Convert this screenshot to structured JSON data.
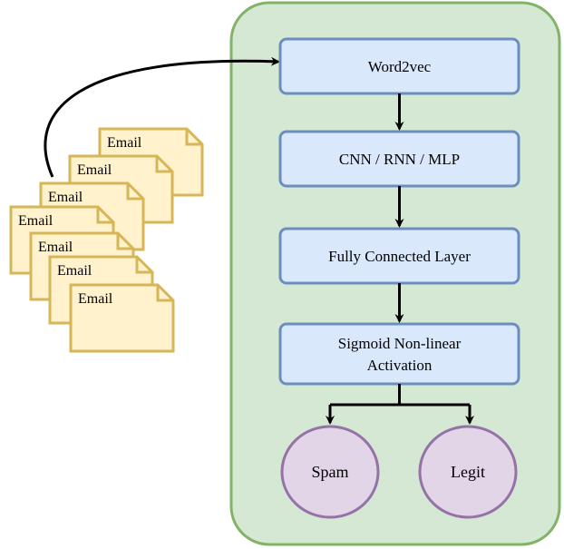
{
  "diagram": {
    "emails": [
      {
        "label": "Email"
      },
      {
        "label": "Email"
      },
      {
        "label": "Email"
      },
      {
        "label": "Email"
      },
      {
        "label": "Email"
      },
      {
        "label": "Email"
      },
      {
        "label": "Email"
      }
    ],
    "stages": [
      {
        "lines": [
          "Word2vec"
        ]
      },
      {
        "lines": [
          "CNN / RNN / MLP"
        ]
      },
      {
        "lines": [
          "Fully Connected Layer"
        ]
      },
      {
        "lines": [
          "Sigmoid Non-linear",
          "Activation"
        ]
      }
    ],
    "outputs": [
      {
        "label": "Spam"
      },
      {
        "label": "Legit"
      }
    ],
    "colors": {
      "panel_fill": "#d5e8d4",
      "panel_stroke": "#82b366",
      "stage_fill": "#dae8fc",
      "stage_stroke": "#6c8ebf",
      "doc_fill": "#fff2cc",
      "doc_stroke": "#d6b656",
      "output_fill": "#e1d5e7",
      "output_stroke": "#9673a6",
      "arrow": "#000000"
    }
  }
}
